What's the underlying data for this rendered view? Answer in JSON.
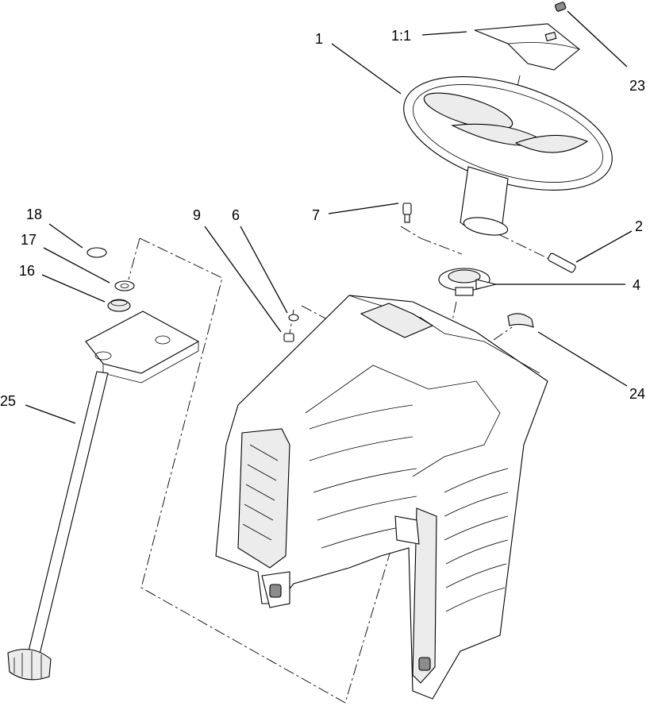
{
  "diagram": {
    "labels": [
      "1",
      "1:1",
      "23",
      "2",
      "4",
      "24",
      "7",
      "6",
      "9",
      "18",
      "17",
      "16",
      "25"
    ]
  }
}
